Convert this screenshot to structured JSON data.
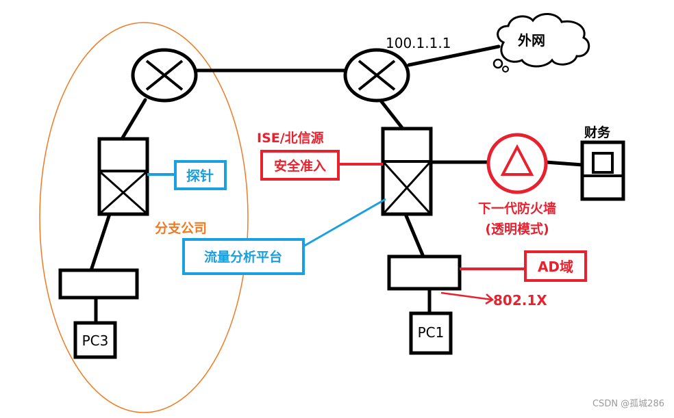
{
  "labels": {
    "ip": "100.1.1.1",
    "cloud": "外网",
    "probe": "探针",
    "branch": "分支公司",
    "traffic_platform": "流量分析平台",
    "ise": "ISE/北信源",
    "nac": "安全准入",
    "finance": "财务",
    "firewall_line1": "下一代防火墙",
    "firewall_line2": "(透明模式)",
    "ad": "AD域",
    "dot1x": "802.1X",
    "pc3": "PC3",
    "pc1": "PC1"
  },
  "watermark": "CSDN @孤城286",
  "colors": {
    "line": "#000000",
    "red": "#e8212e",
    "blue": "#1a9fe0",
    "orange": "#f07a22"
  }
}
